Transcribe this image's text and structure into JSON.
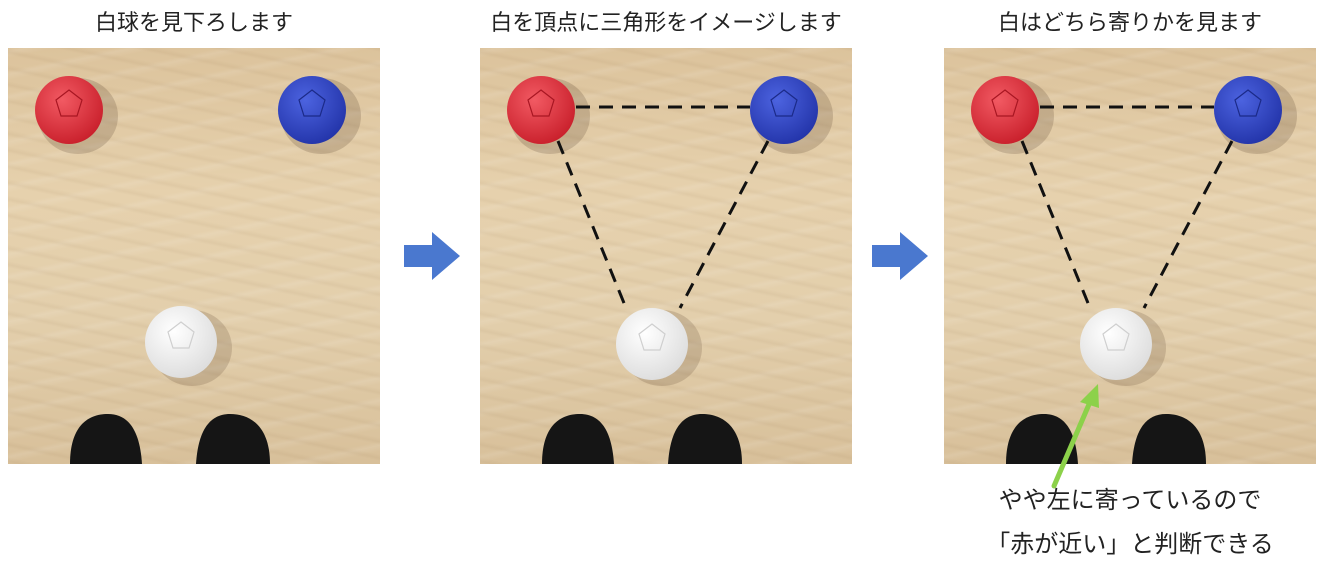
{
  "panels": [
    {
      "caption": "白球を見下ろします"
    },
    {
      "caption": "白を頂点に三角形をイメージします"
    },
    {
      "caption": "白はどちら寄りかを見ます"
    }
  ],
  "note": {
    "line1": "やや左に寄っているので",
    "line2": "「赤が近い」と判断できる"
  },
  "colors": {
    "red_ball": "#e3303b",
    "blue_ball": "#3246c6",
    "white_ball": "#f4f4f4",
    "arrow": "#4a78cf",
    "pointer": "#8cd14a",
    "dash": "#111111"
  }
}
